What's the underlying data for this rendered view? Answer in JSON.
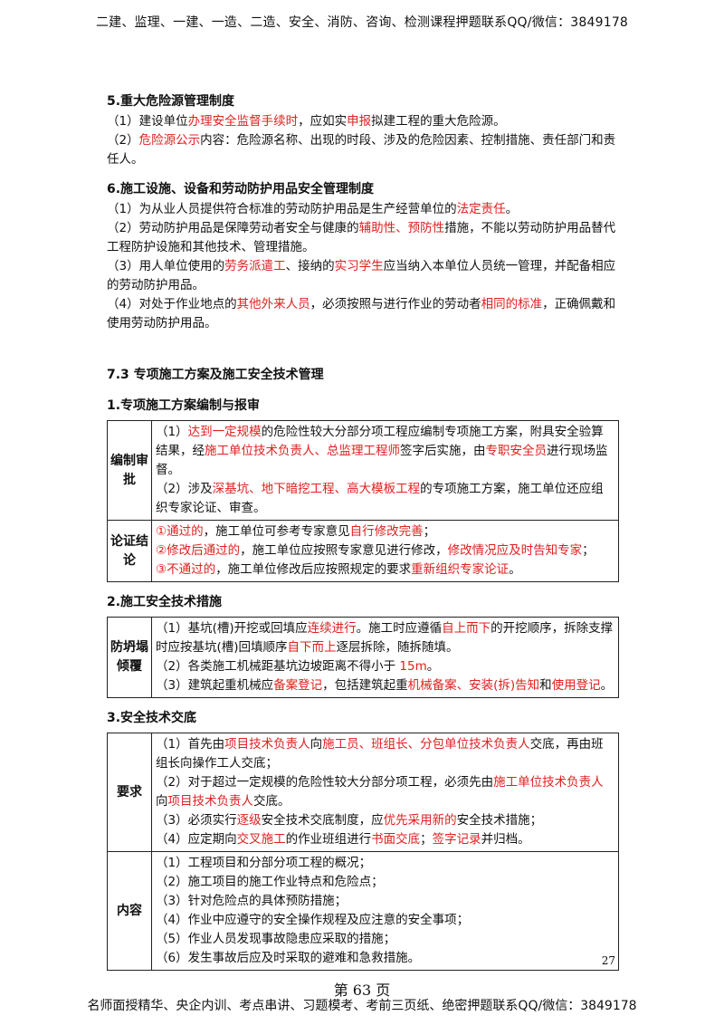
{
  "header": "二建、监理、一建、一造、二造、安全、消防、咨询、检测课程押题联系QQ/微信：3849178",
  "footer": "名师面授精华、央企内训、考点串讲、习题模考、考前三页纸、绝密押题联系QQ/微信：3849178",
  "page_number": "27",
  "page_mark": "第 63 页",
  "s5": {
    "title": "5.重大危险源管理制度",
    "p1": [
      [
        "（1）建设单位",
        ""
      ],
      [
        "办理安全监督手续时",
        "r"
      ],
      [
        "，应如实",
        ""
      ],
      [
        "申报",
        "r"
      ],
      [
        "拟建工程的重大危险源。",
        ""
      ]
    ],
    "p2": [
      [
        "（2）",
        ""
      ],
      [
        "危险源公示",
        "r"
      ],
      [
        "内容：危险源名称、出现的时段、涉及的危险因素、控制措施、责任部门和责任人。",
        ""
      ]
    ]
  },
  "s6": {
    "title": "6.施工设施、设备和劳动防护用品安全管理制度",
    "p1": [
      [
        "（1）为从业人员提供符合标准的劳动防护用品是生产经营单位的",
        ""
      ],
      [
        "法定责任",
        "r"
      ],
      [
        "。",
        ""
      ]
    ],
    "p2": [
      [
        "（2）劳动防护用品是保障劳动者安全与健康的",
        ""
      ],
      [
        "辅助性、预防性",
        "r"
      ],
      [
        "措施，不能以劳动防护用品替代工程防护设施和其他技术、管理措施。",
        ""
      ]
    ],
    "p3": [
      [
        "（3）用人单位使用的",
        ""
      ],
      [
        "劳务派遣工",
        "r"
      ],
      [
        "、接纳的",
        ""
      ],
      [
        "实习学生",
        "r"
      ],
      [
        "应当纳入本单位人员统一管理，并配备相应的劳动防护用品。",
        ""
      ]
    ],
    "p4": [
      [
        "（4）对处于作业地点的",
        ""
      ],
      [
        "其他外来人员",
        "r"
      ],
      [
        "，必须按照与进行作业的劳动者",
        ""
      ],
      [
        "相同的标准",
        "r"
      ],
      [
        "，正确佩戴和使用劳动防护用品。",
        ""
      ]
    ]
  },
  "s73": {
    "title": "7.3 专项施工方案及施工安全技术管理"
  },
  "t1": {
    "title": "1.专项施工方案编制与报审",
    "row1_label": "编制审批",
    "row1": [
      [
        [
          "（1）",
          ""
        ],
        [
          "达到一定规模",
          "r"
        ],
        [
          "的危险性较大分部分项工程应编制专项施工方案，附具安全验算结果，经",
          ""
        ],
        [
          "施工单位技术负责人、总监理工程师",
          "r"
        ],
        [
          "签字后实施，由",
          ""
        ],
        [
          "专职安全员",
          "r"
        ],
        [
          "进行现场监督。",
          ""
        ]
      ],
      [
        [
          "（2）涉及",
          ""
        ],
        [
          "深基坑、地下暗挖工程、高大模板工程",
          "r"
        ],
        [
          "的专项施工方案，施工单位还应组织专家论证、审查。",
          ""
        ]
      ]
    ],
    "row2_label": "论证结论",
    "row2": [
      [
        [
          "①通过的",
          "r"
        ],
        [
          "，施工单位可参考专家意见",
          ""
        ],
        [
          "自行修改完善",
          "r"
        ],
        [
          "；",
          ""
        ]
      ],
      [
        [
          "②修改后通过的",
          "r"
        ],
        [
          "，施工单位应按照专家意见进行修改，",
          ""
        ],
        [
          "修改情况应及时告知专家",
          "r"
        ],
        [
          "；",
          ""
        ]
      ],
      [
        [
          "③不通过的",
          "r"
        ],
        [
          "，施工单位修改后应按照规定的要求",
          ""
        ],
        [
          "重新组织专家论证",
          "r"
        ],
        [
          "。",
          ""
        ]
      ]
    ]
  },
  "t2": {
    "title": "2.施工安全技术措施",
    "label": "防坍塌倾覆",
    "rows": [
      [
        [
          "（1）基坑(槽)开挖或回填应",
          ""
        ],
        [
          "连续进行",
          "r"
        ],
        [
          "。施工时应遵循",
          ""
        ],
        [
          "自上而下",
          "r"
        ],
        [
          "的开挖顺序，拆除支撑时应按基坑(槽)回填顺序",
          ""
        ],
        [
          "自下而上",
          "r"
        ],
        [
          "逐层拆除，随拆随填。",
          ""
        ]
      ],
      [
        [
          "（2）各类施工机械距基坑边坡距离不得小于 ",
          ""
        ],
        [
          "15m",
          "r"
        ],
        [
          "。",
          ""
        ]
      ],
      [
        [
          "（3）建筑起重机械应",
          ""
        ],
        [
          "备案登记",
          "r"
        ],
        [
          "，包括建筑起重",
          ""
        ],
        [
          "机械备案、安装(拆)告知",
          "r"
        ],
        [
          "和",
          ""
        ],
        [
          "使用登记",
          "r"
        ],
        [
          "。",
          ""
        ]
      ]
    ]
  },
  "t3": {
    "title": "3.安全技术交底",
    "req_label": "要求",
    "req": [
      [
        [
          "（1）首先由",
          ""
        ],
        [
          "项目技术负责人",
          "r"
        ],
        [
          "向",
          ""
        ],
        [
          "施工员、班组长、分包单位技术负责人",
          "r"
        ],
        [
          "交底，再由班组长向操作工人交底；",
          ""
        ]
      ],
      [
        [
          "（2）对于超过一定规模的危险性较大分部分项工程，必须先由",
          ""
        ],
        [
          "施工单位技术负责人",
          "r"
        ],
        [
          "向",
          ""
        ],
        [
          "项目技术负责人",
          "r"
        ],
        [
          "交底。",
          ""
        ]
      ],
      [
        [
          "（3）必须实行",
          ""
        ],
        [
          "逐级",
          "r"
        ],
        [
          "安全技术交底制度，应",
          ""
        ],
        [
          "优先采用新的",
          "r"
        ],
        [
          "安全技术措施；",
          ""
        ]
      ],
      [
        [
          "（4）应定期向",
          ""
        ],
        [
          "交叉施工",
          "r"
        ],
        [
          "的作业班组进行",
          ""
        ],
        [
          "书面交底",
          "r"
        ],
        [
          "；",
          ""
        ],
        [
          "签字记录",
          "r"
        ],
        [
          "并归档。",
          ""
        ]
      ]
    ],
    "content_label": "内容",
    "content": [
      "（1）工程项目和分部分项工程的概况；",
      "（2）施工项目的施工作业特点和危险点；",
      "（3）针对危险点的具体预防措施；",
      "（4）作业中应遵守的安全操作规程及应注意的安全事项；",
      "（5）作业人员发现事故隐患应采取的措施；",
      "（6）发生事故后应及时采取的避难和急救措施。"
    ]
  }
}
